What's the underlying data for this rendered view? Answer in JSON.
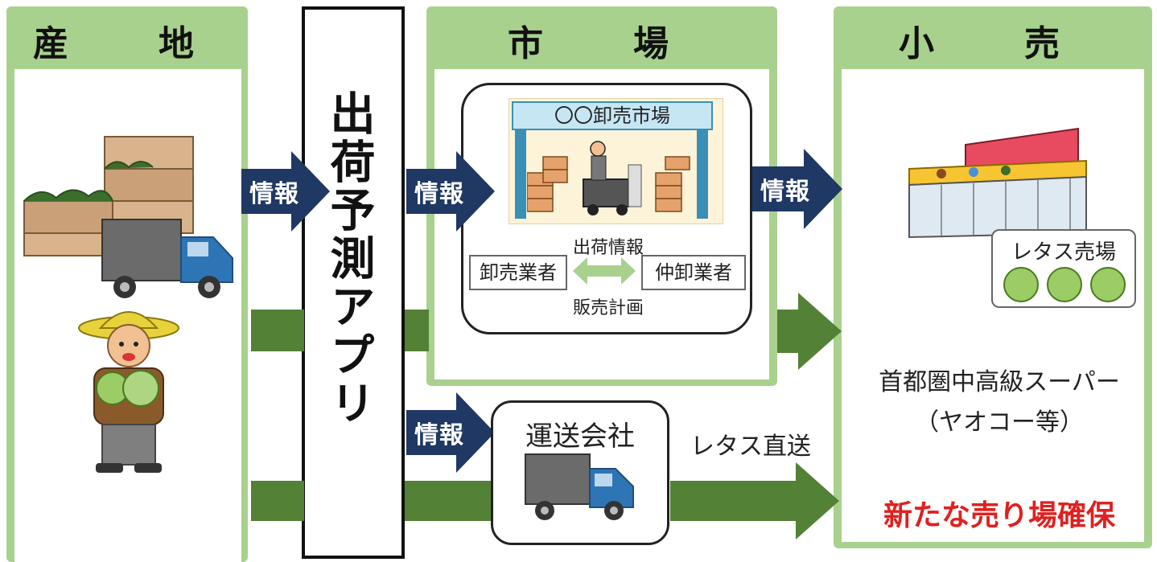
{
  "columns": {
    "origin": {
      "title": "産　地"
    },
    "market": {
      "title": "市　場"
    },
    "retail": {
      "title": "小　売"
    }
  },
  "app": {
    "label": "出荷予測アプリ"
  },
  "info_label": "情報",
  "market_box": {
    "signboard": "〇〇卸売市場",
    "shipping_info": "出荷情報",
    "wholesaler": "卸売業者",
    "intermediate": "仲卸業者",
    "sales_plan": "販売計画"
  },
  "transport": {
    "label": "運送会社",
    "route_label": "レタス直送"
  },
  "retail_info": {
    "store_sign": "レタス売場",
    "store_type": "首都圏中高級スーパー",
    "store_examples": "（ヤオコー等）",
    "highlight": "新たな売り場確保"
  },
  "colors": {
    "frame_green": "#a9d18e",
    "flow_green": "#538135",
    "info_navy": "#1f3864",
    "highlight_red": "#e02020"
  }
}
